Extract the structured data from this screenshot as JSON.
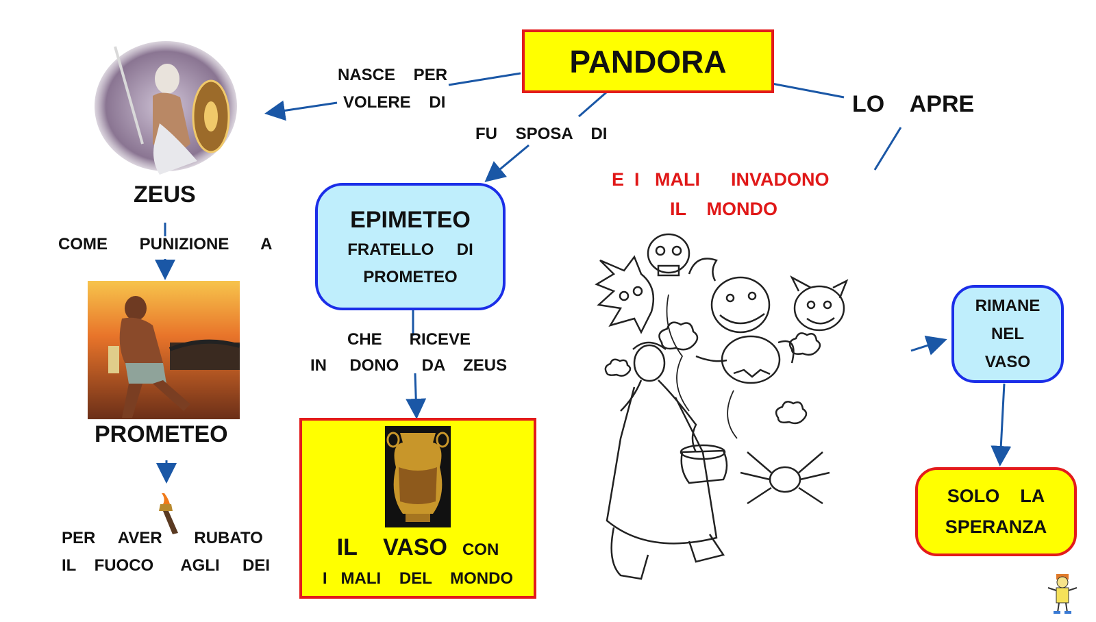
{
  "title": "PANDORA",
  "links": {
    "nasce_per": "NASCE    PER",
    "volere_di": "VOLERE    DI",
    "fu_sposa_di": "FU    SPOSA    DI",
    "lo_apre": "LO    APRE",
    "mali_line1": "E  I   MALI      INVADONO",
    "mali_line2": "IL    MONDO",
    "come_punizione": "COME       PUNIZIONE       A",
    "che_riceve": "CHE      RICEVE",
    "in_dono": "IN     DONO     DA    ZEUS",
    "per_aver": "PER     AVER       RUBATO",
    "il_fuoco": "IL    FUOCO      AGLI     DEI"
  },
  "nodes": {
    "zeus": "ZEUS",
    "prometeo": "PROMETEO",
    "epimeteo_title": "EPIMETEO",
    "epimeteo_line1": "FRATELLO     DI",
    "epimeteo_line2": "PROMETEO",
    "vaso_big": "IL    VASO",
    "vaso_con": "CON",
    "vaso_line2": "I   MALI    DEL    MONDO",
    "rimane_1": "RIMANE",
    "rimane_2": "NEL",
    "rimane_3": "VASO",
    "speranza_1": "SOLO    LA",
    "speranza_2": "SPERANZA"
  },
  "colors": {
    "arrow": "#1a57a6",
    "yellow_fill": "#ffff00",
    "red_border": "#e31b1b",
    "cyan_fill": "#bfeefc",
    "blue_border": "#1b2ee8",
    "red_text": "#e01818"
  },
  "icons": [
    "zeus-image",
    "prometheus-image",
    "torch-icon",
    "vase-image",
    "pandora-demons-illustration",
    "mascot-icon"
  ]
}
